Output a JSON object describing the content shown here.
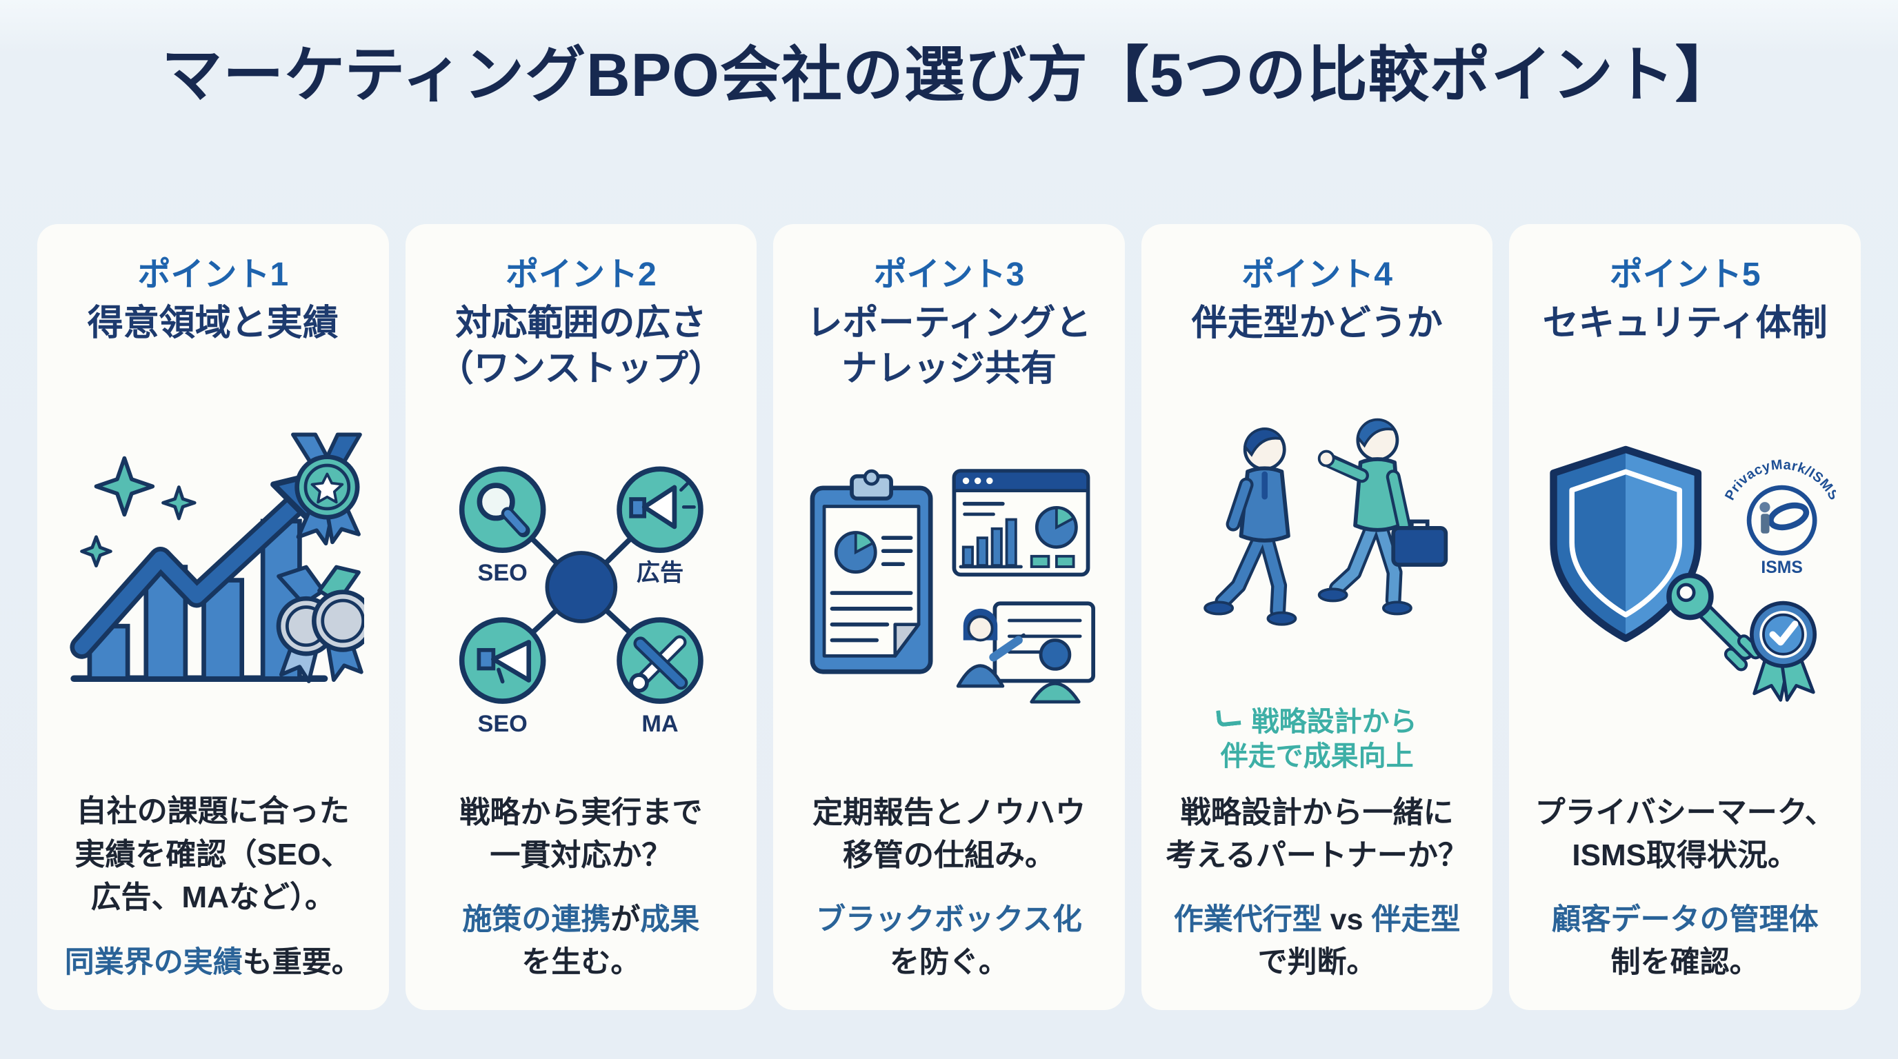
{
  "title": "マーケティングBPO会社の選び方【5つの比較ポイント】",
  "colors": {
    "page_bg": "#e9f0f6",
    "card_bg": "#fcfcf9",
    "title_navy": "#172950",
    "point_blue": "#1e63ad",
    "subtitle_navy": "#1d3a6e",
    "text_dark": "#1d2533",
    "text_blue": "#2a6398",
    "teal": "#56bdb2",
    "teal_text": "#3dafa6",
    "icon_blue": "#4484c6",
    "icon_dark_blue": "#1d4e94",
    "outline_navy": "#173660"
  },
  "cards": [
    {
      "point_label": "ポイント1",
      "subtitle": "得意領域と実績",
      "icon": "growth-chart-medals-icon",
      "body": "自社の課題に合った\n実績を確認（SEO、\n広告、MAなど）。",
      "highlight_segments": [
        {
          "text": "同業界の実績",
          "color": "blue"
        },
        {
          "text": "も重要。",
          "color": "dark"
        }
      ]
    },
    {
      "point_label": "ポイント2",
      "subtitle": "対応範囲の広さ\n（ワンストップ）",
      "icon": "service-hub-icon",
      "hub_labels": {
        "top_left": "SEO",
        "top_right": "広告",
        "bottom_left": "SEO",
        "bottom_right": "MA"
      },
      "body": "戦略から実行まで\n一貫対応か？",
      "highlight_segments": [
        {
          "text": "施策の連携",
          "color": "blue"
        },
        {
          "text": "が",
          "color": "dark"
        },
        {
          "text": "成果",
          "color": "blue"
        },
        {
          "text": "を生む。",
          "color": "dark",
          "br": true
        }
      ]
    },
    {
      "point_label": "ポイント3",
      "subtitle": "レポーティングと\nナレッジ共有",
      "icon": "report-presentation-icon",
      "body": "定期報告とノウハウ\n移管の仕組み。",
      "highlight_segments": [
        {
          "text": "ブラックボックス化",
          "color": "blue"
        },
        {
          "text": "を防ぐ。",
          "color": "dark",
          "br": true
        }
      ]
    },
    {
      "point_label": "ポイント4",
      "subtitle": "伴走型かどうか",
      "icon": "walking-partners-icon",
      "annotation": {
        "line1": "戦略設計から",
        "line2": "伴走で成果向上"
      },
      "body": "戦略設計から一緒に\n考えるパートナーか？",
      "highlight_segments": [
        {
          "text": "作業代行型",
          "color": "blue"
        },
        {
          "text": " vs ",
          "color": "dark"
        },
        {
          "text": "伴走型",
          "color": "blue"
        },
        {
          "text": "で判断。",
          "color": "dark",
          "br": true
        }
      ]
    },
    {
      "point_label": "ポイント5",
      "subtitle": "セキュリティ体制",
      "icon": "security-shield-icon",
      "logo_arc_text": "PrivacyMark/ISMS",
      "logo_label": "ISMS",
      "body": "プライバシーマーク、\nISMS取得状況。",
      "highlight_segments": [
        {
          "text": "顧客データの管理体",
          "color": "blue"
        },
        {
          "text": "制を確認。",
          "color": "dark",
          "br": true
        }
      ]
    }
  ]
}
